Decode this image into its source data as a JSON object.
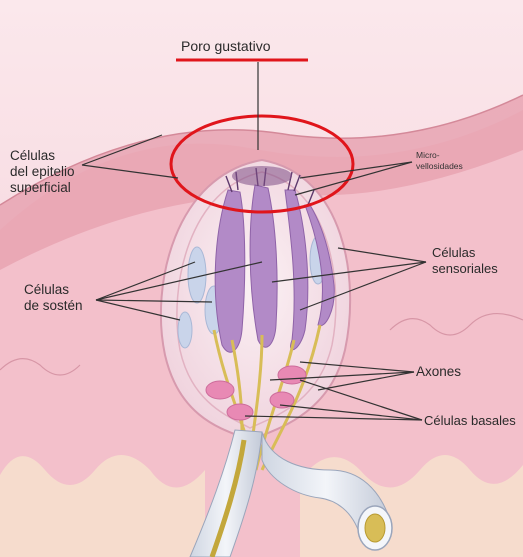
{
  "labels": {
    "poro_gustativo": "Poro gustativo",
    "celulas_epitelio": "Células\ndel epitelio\nsuperficial",
    "microvellosidades": "Micro-\nvellosidades",
    "celulas_sensoriales": "Células\nsensoriales",
    "celulas_soston": "Células\nde sostén",
    "axones": "Axones",
    "celulas_basales": "Células basales"
  },
  "colors": {
    "tissue_pink": "#f3c6cf",
    "epithelium_band": "#e8a3b2",
    "bud_wall": "#f7e9ee",
    "sensory_cells": "#b28ac7",
    "support_cells": "#c9d4ea",
    "axon_yellow": "#d8bd57",
    "basal_pink": "#e889b4",
    "highlight_red": "#e0151b"
  }
}
